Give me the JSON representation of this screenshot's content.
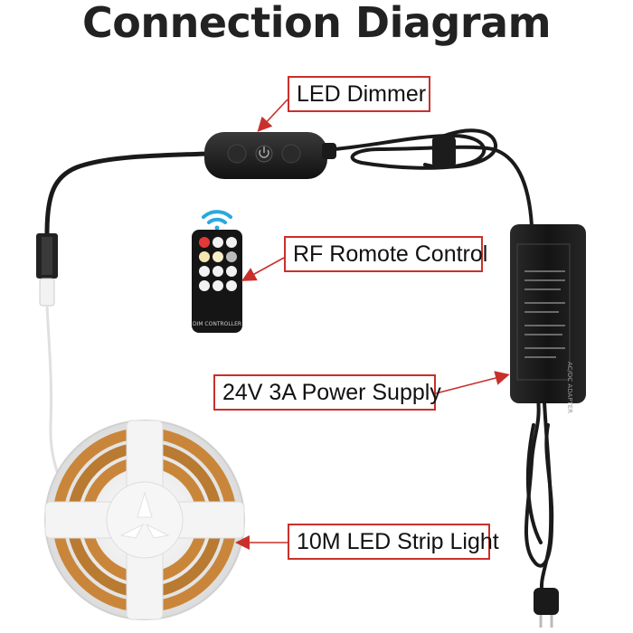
{
  "title": "Connection Diagram",
  "labels": {
    "dimmer": "LED Dimmer",
    "remote": "RF Romote Control",
    "power_supply": "24V 3A Power Supply",
    "strip": "10M LED Strip Light"
  },
  "remote": {
    "brand_text": "DIM CONTROLLER"
  },
  "adapter": {
    "side_text": "AC/DC ADAPTER"
  },
  "colors": {
    "label_border": "#c9302c",
    "arrow": "#c9302c",
    "cable": "#1a1a1a",
    "strip_copper": "#c9863a",
    "reel": "#eeeeee"
  }
}
